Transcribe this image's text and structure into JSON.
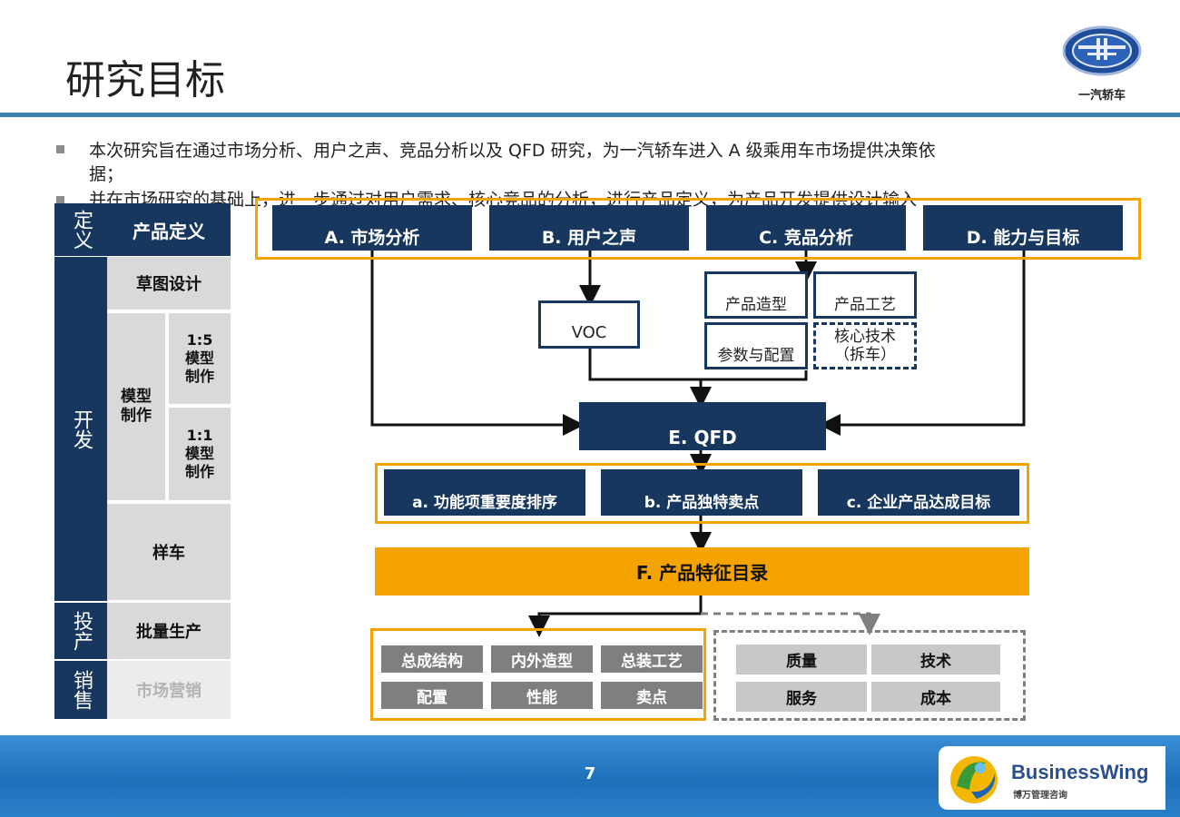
{
  "title": "研究目标",
  "bullets": [
    "本次研究旨在通过市场分析、用户之声、竞品分析以及 QFD 研究，为一汽轿车进入 A 级乘用车市场提供决策依",
    "据；",
    "并在市场研究的基础上，进一步通过对用户需求、核心竞品的分析，进行产品定义，为产品开发提供设计输入"
  ],
  "logo": {
    "text": "一汽轿车"
  },
  "left_table": {
    "stage_define": "定义",
    "stage_develop": "开发",
    "stage_invest": "投产",
    "stage_sales": "销售",
    "product_define": "产品定义",
    "sketch": "草图设计",
    "model_make": "模型制作",
    "model_15": "1:5 模型制作",
    "model_11": "1:1 模型制作",
    "sample_car": "样车",
    "mass_prod": "批量生产",
    "marketing": "市场营销"
  },
  "top_boxes": [
    "A. 市场分析",
    "B. 用户之声",
    "C. 竞品分析",
    "D. 能力与目标"
  ],
  "voc": "VOC",
  "competitor_items": [
    "产品造型",
    "产品工艺",
    "参数与配置",
    "核心技术（拆车）"
  ],
  "qfd": "E. QFD",
  "sub_boxes": [
    "a. 功能项重要度排序",
    "b. 产品独特卖点",
    "c. 企业产品达成目标"
  ],
  "feature_list": "F. 产品特征目录",
  "left_group": [
    "总成结构",
    "内外造型",
    "总装工艺",
    "配置",
    "性能",
    "卖点"
  ],
  "right_group": [
    "质量",
    "技术",
    "服务",
    "成本"
  ],
  "page_number": "7",
  "brand": {
    "name": "BusinessWing",
    "sub": "博万管理咨询"
  },
  "colors": {
    "navy": "#17375e",
    "orange": "#f5a300",
    "rule": "#3f7fae"
  }
}
